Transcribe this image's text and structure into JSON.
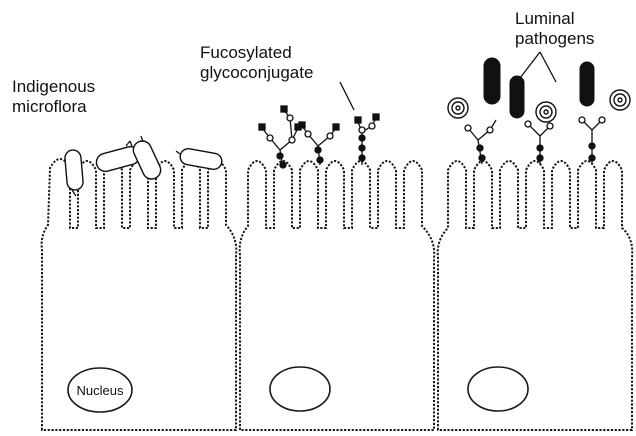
{
  "labels": {
    "indigenous_line1": "Indigenous",
    "indigenous_line2": "microflora",
    "fucosylated_line1": "Fucosylated",
    "fucosylated_line2": "glycoconjugate",
    "luminal_line1": "Luminal",
    "luminal_line2": "pathogens",
    "nucleus": "Nucleus"
  },
  "colors": {
    "stroke": "#1a1a1a",
    "background": "#ffffff"
  }
}
